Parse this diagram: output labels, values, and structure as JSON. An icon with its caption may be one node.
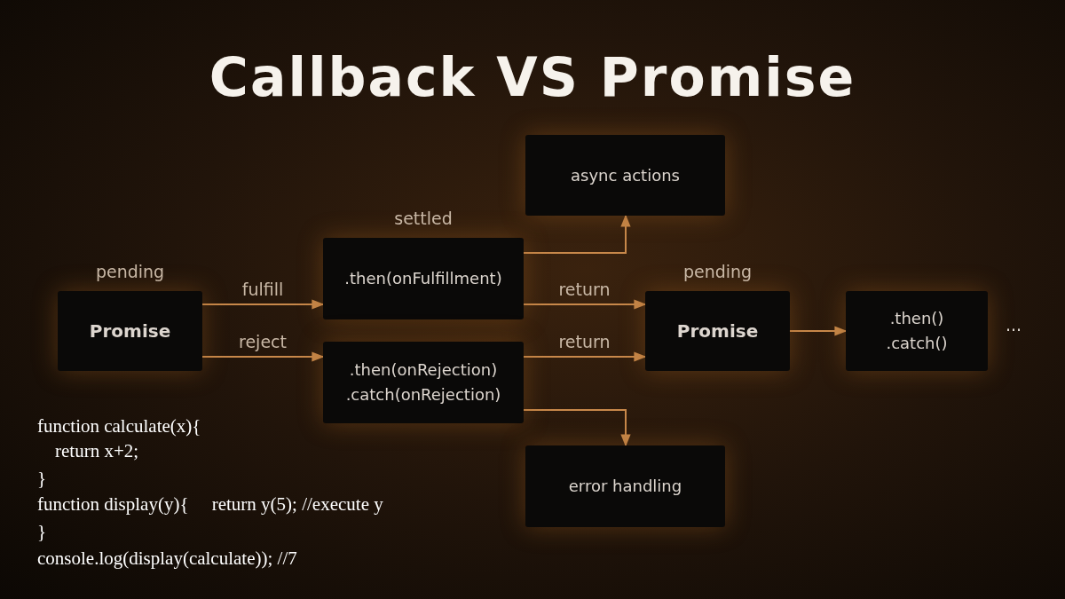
{
  "diagram": {
    "title": "Callback VS Promise",
    "nodes": [
      {
        "text": [
          "Promise"
        ],
        "beside": [
          "pending"
        ]
      },
      {
        "text": [
          ".then(onFulfillment)"
        ],
        "beside": [
          "settled"
        ]
      },
      {
        "text": [
          ".then(onRejection)",
          ".catch(onRejection)"
        ]
      },
      {
        "text": [
          "async actions"
        ]
      },
      {
        "text": [
          "Promise"
        ],
        "beside": [
          "pending"
        ]
      },
      {
        "text": [
          ".then()",
          ".catch()"
        ]
      },
      {
        "text": [
          "error handling"
        ]
      }
    ],
    "edges": [
      {
        "from": 0,
        "to": 1,
        "arrow": "to",
        "label": "fulfill"
      },
      {
        "from": 0,
        "to": 2,
        "arrow": "to",
        "label": "reject"
      },
      {
        "from": 1,
        "to": 3,
        "arrow": "to"
      },
      {
        "from": 1,
        "to": 4,
        "arrow": "to",
        "label": "return"
      },
      {
        "from": 2,
        "to": 4,
        "arrow": "to",
        "label": "return"
      },
      {
        "from": 4,
        "to": 5,
        "arrow": "to"
      },
      {
        "from": 2,
        "to": 6,
        "arrow": "to"
      }
    ],
    "labels": [
      "...",
      "function calculate(x){",
      "return x+2;",
      "}",
      "function display(y){     return y(5); //execute y",
      "}",
      "console.log(display(calculate)); //7"
    ]
  }
}
